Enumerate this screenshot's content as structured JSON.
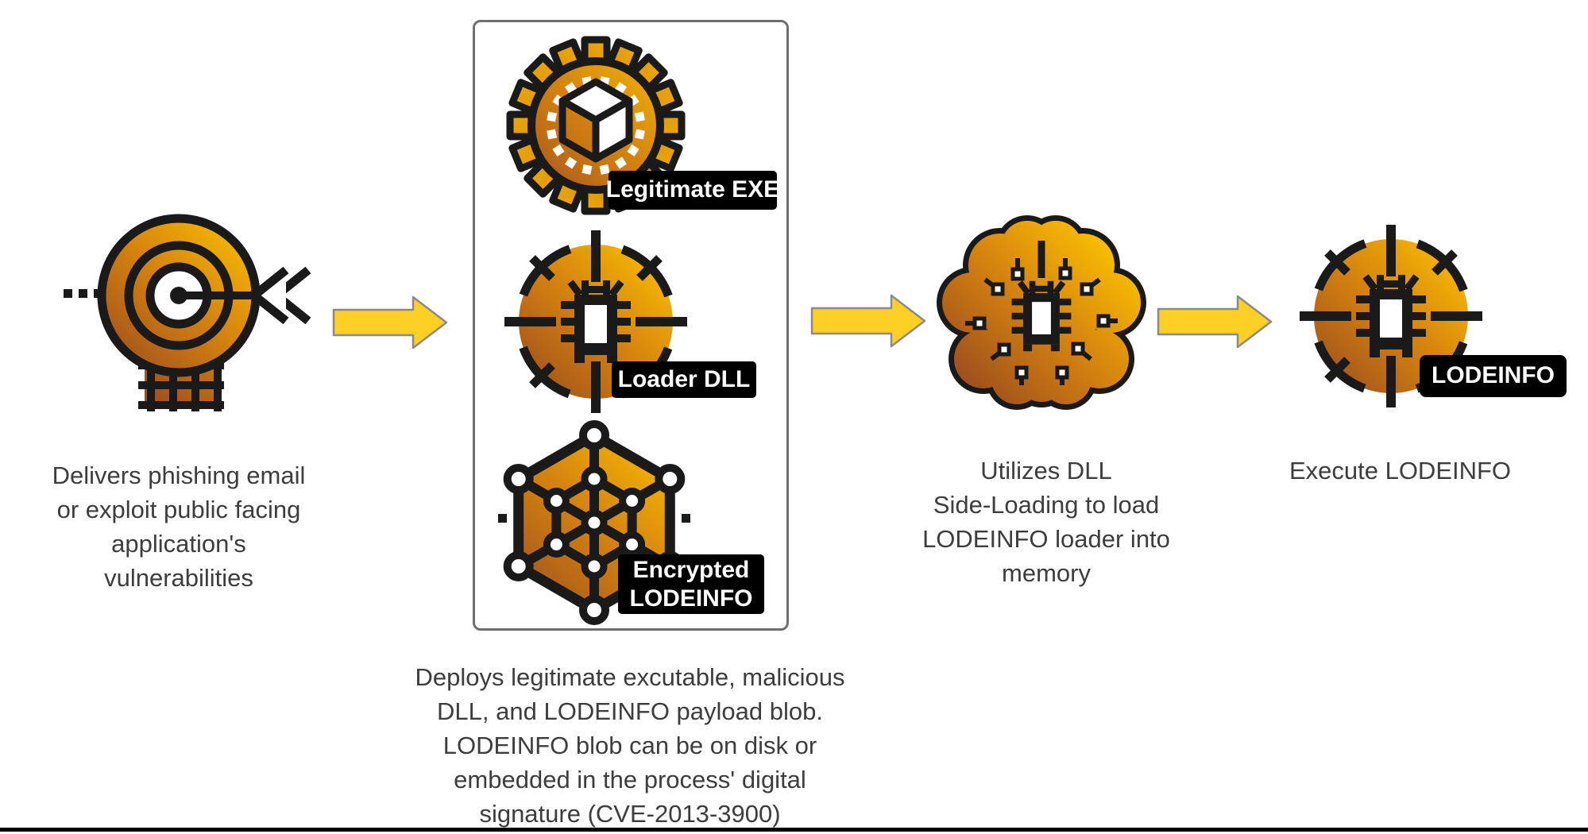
{
  "diagram_title": "LODEINFO infection chain",
  "palette": {
    "background": "#ffffff",
    "icon_gradient": [
      "#9c4c1e",
      "#d4820f",
      "#fdc300"
    ],
    "icon_outline": "#1a1a1a",
    "arrow_fill": "#fdd023",
    "arrow_stroke": "#8a8a8a",
    "label_bg": "#000000",
    "label_text": "#ffffff",
    "caption_text": "#3d3d3d",
    "box_border": "#6f6f6f",
    "bottom_rule": "#000000"
  },
  "icons": {
    "phishing": "target-with-arrow-icon",
    "executable": "gear-with-cube-icon",
    "loader": "bug-in-crosshair-icon",
    "payload": "encrypted-hexagon-lattice-icon",
    "memory": "circuit-brain-with-bug-icon",
    "final": "bug-in-crosshair-icon",
    "flow": "yellow-right-arrow-icon"
  },
  "icon_labels": {
    "legitimate_exe": "Legitimate EXE",
    "loader_dll": "Loader DLL",
    "encrypted_line1": "Encrypted",
    "encrypted_line2": "LODEINFO",
    "lodeinfo": "LODEINFO"
  },
  "captions": {
    "step1": {
      "lines": [
        "Delivers phishing email",
        "or exploit public facing",
        "application's",
        "vulnerabilities"
      ]
    },
    "step2": {
      "lines": [
        "Deploys legitimate excutable, malicious",
        "DLL, and LODEINFO payload blob.",
        "LODEINFO blob can be on disk or",
        "embedded in the process' digital",
        "signature (CVE-2013-3900)"
      ]
    },
    "step3": {
      "lines": [
        "Utilizes DLL",
        "Side-Loading to load",
        "LODEINFO loader into",
        "memory"
      ]
    },
    "step4": {
      "lines": [
        "Execute LODEINFO"
      ]
    }
  }
}
